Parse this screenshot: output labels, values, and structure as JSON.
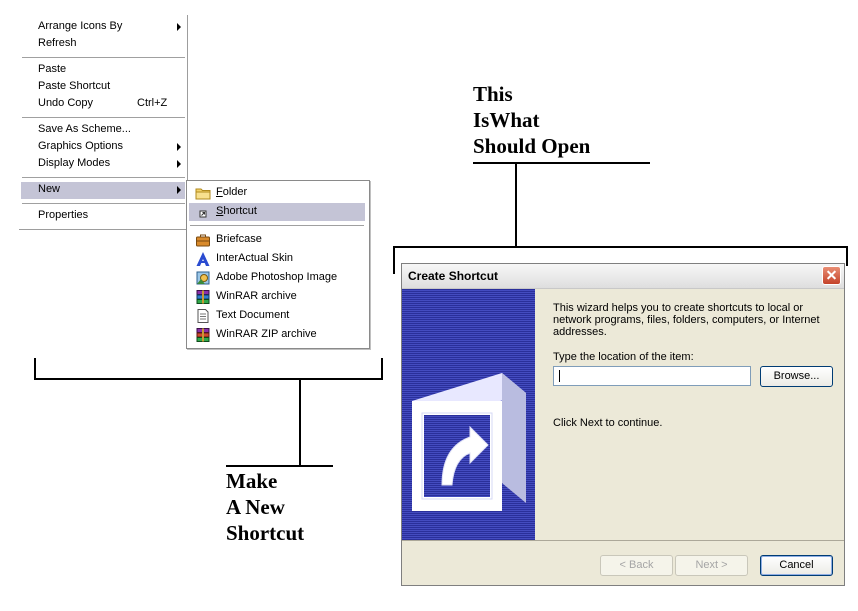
{
  "context_menu": {
    "items": [
      {
        "label": "Arrange Icons By",
        "submenu": true
      },
      {
        "label": "Refresh"
      },
      {
        "label": "Paste"
      },
      {
        "label": "Paste Shortcut"
      },
      {
        "label": "Undo Copy",
        "shortcut": "Ctrl+Z"
      },
      {
        "label": "Save As Scheme..."
      },
      {
        "label": "Graphics Options",
        "submenu": true
      },
      {
        "label": "Display Modes",
        "submenu": true
      },
      {
        "label": "New",
        "submenu": true,
        "highlighted": true
      },
      {
        "label": "Properties"
      }
    ]
  },
  "new_submenu": {
    "items": [
      {
        "accel": "F",
        "rest": "older",
        "icon": "folder-icon"
      },
      {
        "accel": "S",
        "rest": "hortcut",
        "icon": "shortcut-icon",
        "highlighted": true
      },
      {
        "label": "Briefcase",
        "icon": "briefcase-icon"
      },
      {
        "label": "InterActual Skin",
        "icon": "interactual-icon"
      },
      {
        "label": "Adobe Photoshop Image",
        "icon": "photoshop-icon"
      },
      {
        "label": "WinRAR archive",
        "icon": "winrar-icon"
      },
      {
        "label": "Text Document",
        "icon": "text-document-icon"
      },
      {
        "label": "WinRAR ZIP archive",
        "icon": "winrar-zip-icon"
      }
    ]
  },
  "annotations": {
    "top_note": [
      "This",
      "IsWhat",
      "Should Open"
    ],
    "bottom_note": [
      "Make",
      "A New",
      "Shortcut"
    ]
  },
  "dialog": {
    "title": "Create Shortcut",
    "intro": [
      "This wizard helps you to create shortcuts to local or",
      "network programs, files, folders, computers, or Internet",
      "addresses."
    ],
    "location_label": "Type the location of the item:",
    "location_value": "",
    "browse_label": "Browse...",
    "continue_text": "Click Next to continue.",
    "back_label": "< Back",
    "next_label": "Next >",
    "cancel_label": "Cancel"
  },
  "colors": {
    "menu_highlight": "#c4c4d6",
    "wizard_blue": "#3a40b0",
    "close_red": "#d5573b"
  }
}
